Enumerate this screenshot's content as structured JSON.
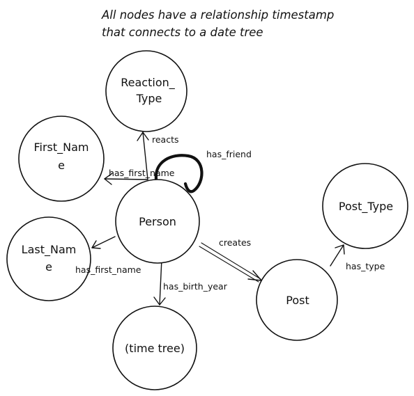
{
  "note": {
    "line1": "All nodes have a relationship timestamp",
    "line2": "that connects to a date tree"
  },
  "nodes": {
    "reaction_type": {
      "line1": "Reaction_",
      "line2": "Type"
    },
    "first_name": {
      "line1": "First_Nam",
      "line2": "e"
    },
    "person": {
      "label": "Person"
    },
    "last_name": {
      "line1": "Last_Nam",
      "line2": "e"
    },
    "time_tree": {
      "label": "(time tree)"
    },
    "post": {
      "label": "Post"
    },
    "post_type": {
      "label": "Post_Type"
    }
  },
  "edges": {
    "reacts": "reacts",
    "has_friend": "has_friend",
    "has_first_name_top": "has_first_name",
    "has_first_name_bottom": "has_first_name",
    "has_birth_year": "has_birth_year",
    "creates": "creates",
    "has_type": "has_type"
  }
}
